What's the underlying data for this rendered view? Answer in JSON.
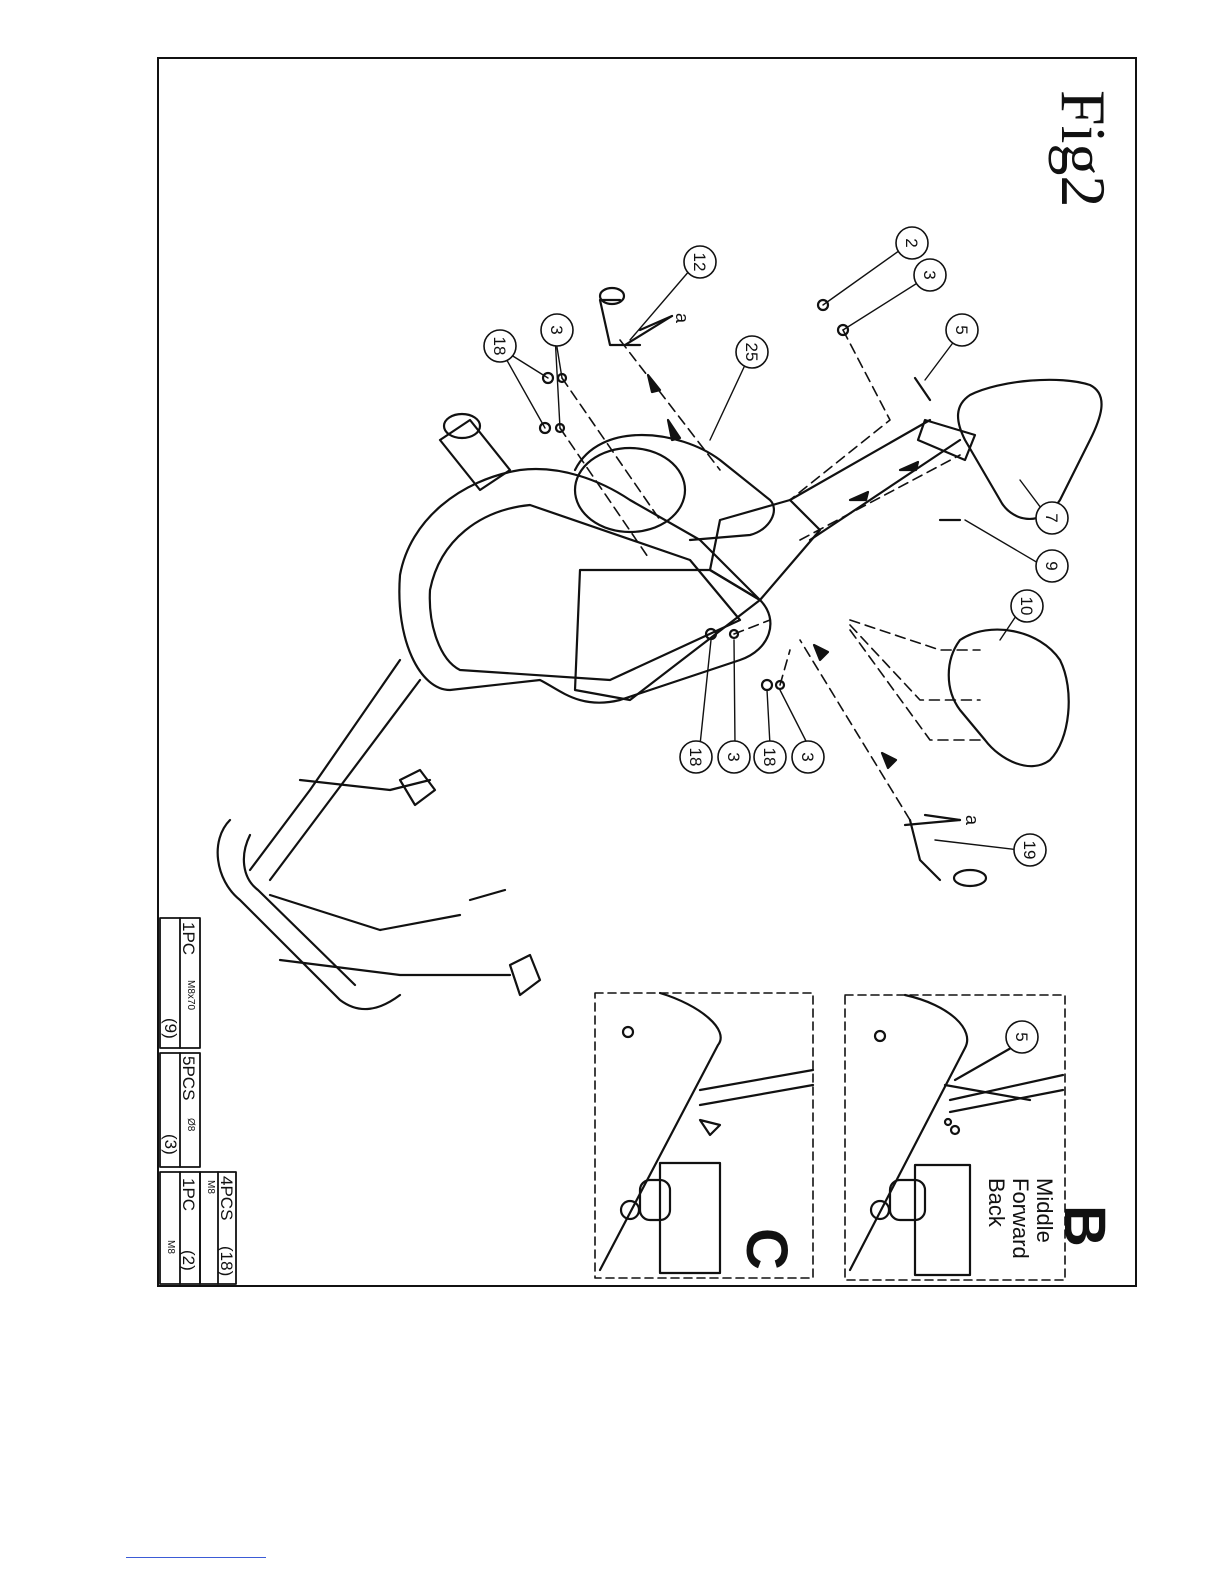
{
  "figure_title": "Fig2",
  "callouts": [
    {
      "n": "12"
    },
    {
      "n": "2"
    },
    {
      "n": "3"
    },
    {
      "n": "5"
    },
    {
      "n": "25"
    },
    {
      "n": "3"
    },
    {
      "n": "18"
    },
    {
      "n": "7"
    },
    {
      "n": "9"
    },
    {
      "n": "10"
    },
    {
      "n": "18"
    },
    {
      "n": "3"
    },
    {
      "n": "18"
    },
    {
      "n": "3"
    },
    {
      "n": "19"
    },
    {
      "n": "5"
    }
  ],
  "letter_a": "a",
  "detail_b": {
    "letter": "B",
    "positions": [
      "Middle",
      "Forward",
      "Back"
    ],
    "callout": "5"
  },
  "detail_c": {
    "letter": "C"
  },
  "parts_table": [
    {
      "qty": "1PC",
      "spec": "M8x70",
      "ref": "(9)"
    },
    {
      "qty": "5PCS",
      "spec": "Ø8",
      "ref": "(3)"
    },
    {
      "qty": "4PCS",
      "spec": "M8",
      "ref": "(18)"
    },
    {
      "qty": "1PC",
      "spec": "M8",
      "ref": "(2)"
    }
  ],
  "colors": {
    "line": "#111111",
    "footer_rule": "#3b5bd6"
  }
}
